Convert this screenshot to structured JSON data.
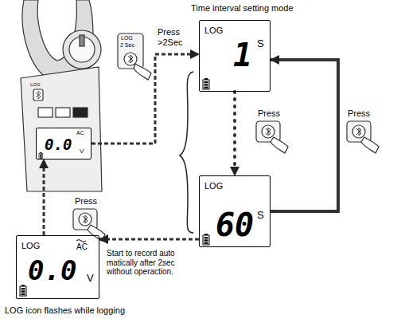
{
  "diagram": {
    "title": "Time interval setting mode",
    "caption": "LOG icon flashes while logging",
    "nodes": [
      {
        "text": [
          "AC",
          "0.0",
          "V"
        ]
      },
      {
        "text": [
          "LOG",
          "1",
          "S"
        ]
      },
      {
        "text": [
          "LOG",
          "60",
          "S"
        ]
      },
      {
        "text": [
          "LOG",
          "AC",
          "0.0",
          "V"
        ]
      }
    ],
    "edges": [
      {
        "from": 0,
        "to": 1,
        "arrow": "to",
        "label": "Press >2Sec"
      },
      {
        "from": 1,
        "to": 2,
        "arrow": "to"
      },
      {
        "from": 2,
        "to": 1,
        "arrow": "to"
      },
      {
        "from": 2,
        "to": 3,
        "arrow": "to",
        "label": "Start to record auto matically after 2sec without operaction."
      },
      {
        "from": 3,
        "to": 0,
        "arrow": "to"
      }
    ],
    "labels": [
      "LOG",
      "2 Sec",
      "Press",
      "Press",
      "LOG",
      "Press"
    ]
  }
}
